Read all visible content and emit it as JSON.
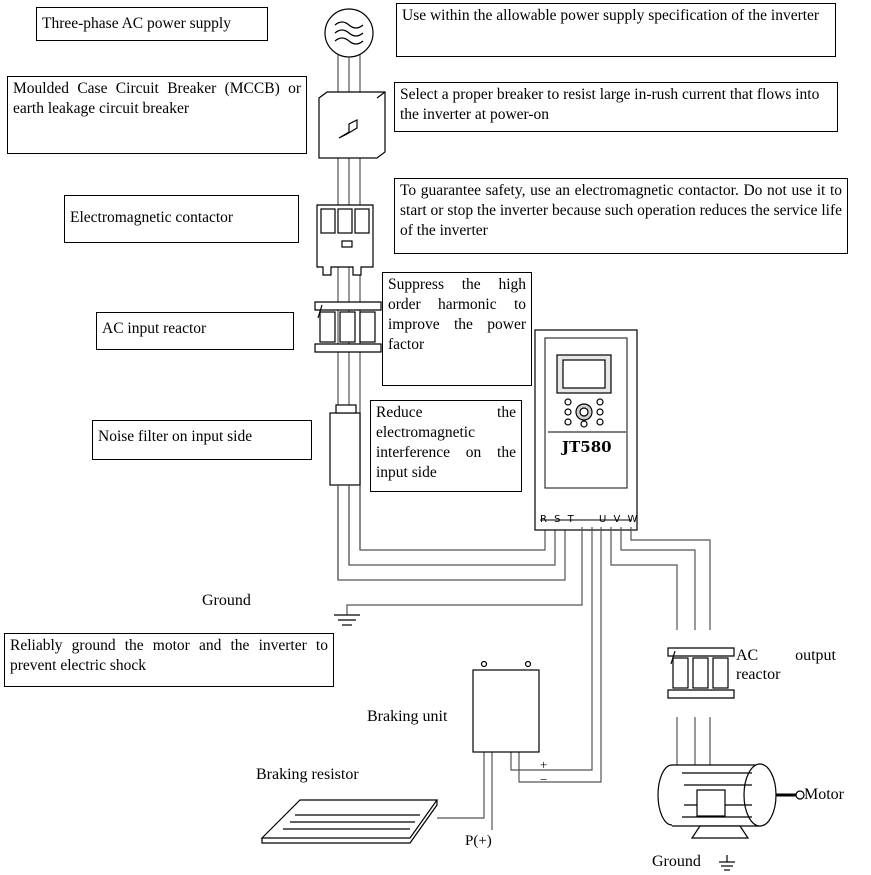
{
  "labels": {
    "power_supply": "Three-phase AC power supply",
    "mccb": "Moulded Case Circuit Breaker (MCCB) or earth leakage circuit breaker",
    "contactor": "Electromagnetic contactor",
    "input_reactor": "AC input reactor",
    "noise_filter": "Noise filter on input side",
    "ground": "Ground",
    "braking_unit": "Braking unit",
    "braking_resistor": "Braking resistor",
    "p_plus": "P(+)",
    "output_reactor": "AC output reactor",
    "motor": "Motor",
    "motor_ground": "Ground",
    "plus": "+",
    "minus": "−"
  },
  "notes": {
    "power_supply": "Use within the allowable power supply specification of the inverter",
    "mccb": "Select a proper breaker to resist large in-rush current that flows into the inverter at power-on",
    "contactor": "To guarantee safety, use an electromagnetic contactor. Do not use it to start or stop the inverter because such operation reduces the service life of the inverter",
    "input_reactor": "Suppress the high order harmonic to improve the power factor",
    "noise_filter": "Reduce the electromagnetic interference on the input side",
    "ground": "Reliably ground the motor and the inverter to prevent electric shock"
  },
  "inverter": {
    "model": "JT580",
    "input_terminals": "R S T",
    "output_terminals": "U V W"
  }
}
